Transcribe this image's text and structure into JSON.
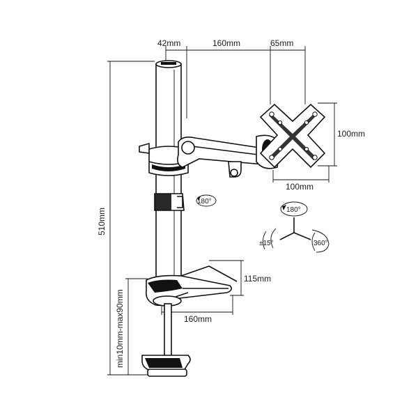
{
  "dimensions": {
    "top_left": "42mm",
    "top_mid": "160mm",
    "top_right": "65mm",
    "vesa_height": "100mm",
    "vesa_width": "100mm",
    "total_height": "510mm",
    "clamp_range": "min10mm-max90mm",
    "base_depth": "115mm",
    "base_width": "160mm"
  },
  "rotation": {
    "pole_swivel": "180°",
    "head_swivel": "180°",
    "tilt": "±15°",
    "rotate": "360°"
  },
  "colors": {
    "line": "#111111",
    "background": "#ffffff"
  }
}
